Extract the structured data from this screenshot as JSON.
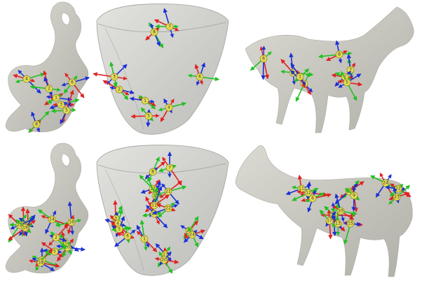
{
  "figure": {
    "kind": "3D mesh keypoint frames comparison grid",
    "rows": 2,
    "columns": 3,
    "meshes": [
      "kitten",
      "vase",
      "horse"
    ],
    "colors": {
      "mesh_fill": "#c9c8c0",
      "mesh_shade": "#a7a69f",
      "vase_fill": "#cfcfcc",
      "keypoint_fill": "#e4dc55",
      "keypoint_stroke": "#8b8420",
      "axis_x": "#e02020",
      "axis_y": "#20c020",
      "axis_z": "#1a2fd6"
    }
  },
  "panels": [
    {
      "mesh": "kitten",
      "keypoints": [
        {
          "label": "4",
          "axes": true
        },
        {
          "label": "2",
          "axes": true
        },
        {
          "label": "1",
          "axes": true
        },
        {
          "label": "3",
          "axes": true
        },
        {
          "label": "5",
          "axes": true
        },
        {
          "label": "6",
          "axes": true
        },
        {
          "label": "8",
          "axes": true
        }
      ]
    },
    {
      "mesh": "vase",
      "keypoints": [
        {
          "label": "8",
          "axes": true
        },
        {
          "label": "7",
          "axes": true
        },
        {
          "label": "3",
          "axes": true
        },
        {
          "label": "2",
          "axes": true
        },
        {
          "label": "1",
          "axes": true
        },
        {
          "label": "4",
          "axes": true
        },
        {
          "label": "6",
          "axes": true
        },
        {
          "label": "5",
          "axes": true
        }
      ]
    },
    {
      "mesh": "horse",
      "keypoints": [
        {
          "label": "6",
          "axes": true
        },
        {
          "label": "8",
          "axes": true
        },
        {
          "label": "3",
          "axes": true
        },
        {
          "label": "4",
          "axes": true
        },
        {
          "label": "7",
          "axes": true
        },
        {
          "label": "2",
          "axes": true
        },
        {
          "label": "5",
          "axes": true
        },
        {
          "label": "1",
          "axes": true
        }
      ]
    },
    {
      "mesh": "kitten",
      "keypoints": [
        {
          "label": "14",
          "axes": true
        },
        {
          "label": "16",
          "axes": true
        },
        {
          "label": "13",
          "axes": true
        },
        {
          "label": "23",
          "axes": true
        },
        {
          "label": "22",
          "axes": true
        },
        {
          "label": "12",
          "axes": true
        },
        {
          "label": "10",
          "axes": true
        },
        {
          "label": "2",
          "axes": true
        },
        {
          "label": "5",
          "axes": true
        },
        {
          "label": "9",
          "axes": true
        },
        {
          "label": "18",
          "axes": true
        },
        {
          "label": "19",
          "axes": true
        }
      ]
    },
    {
      "mesh": "vase",
      "keypoints": [
        {
          "label": "8",
          "axes": true
        },
        {
          "label": "7",
          "axes": true
        },
        {
          "label": "12",
          "axes": true
        },
        {
          "label": "13",
          "axes": true
        },
        {
          "label": "21",
          "axes": true
        },
        {
          "label": "11",
          "axes": true
        },
        {
          "label": "10",
          "axes": true
        },
        {
          "label": "22",
          "axes": true
        },
        {
          "label": "23",
          "axes": true
        },
        {
          "label": "24",
          "axes": true
        },
        {
          "label": "1",
          "axes": true
        },
        {
          "label": "3",
          "axes": true
        },
        {
          "label": "4",
          "axes": true
        },
        {
          "label": "5",
          "axes": true
        },
        {
          "label": "6",
          "axes": true
        },
        {
          "label": "17",
          "axes": true
        },
        {
          "label": "20",
          "axes": true
        }
      ]
    },
    {
      "mesh": "horse",
      "keypoints": [
        {
          "label": "11",
          "axes": true
        },
        {
          "label": "12",
          "axes": true
        },
        {
          "label": "6",
          "axes": true
        },
        {
          "label": "10",
          "axes": true
        },
        {
          "label": "24",
          "axes": true
        },
        {
          "label": "22",
          "axes": true
        },
        {
          "label": "21",
          "axes": true
        },
        {
          "label": "17",
          "axes": true
        },
        {
          "label": "13",
          "axes": true
        },
        {
          "label": "15",
          "axes": true
        },
        {
          "label": "9",
          "axes": true
        },
        {
          "label": "20",
          "axes": true
        },
        {
          "label": "23",
          "axes": true
        }
      ]
    }
  ]
}
